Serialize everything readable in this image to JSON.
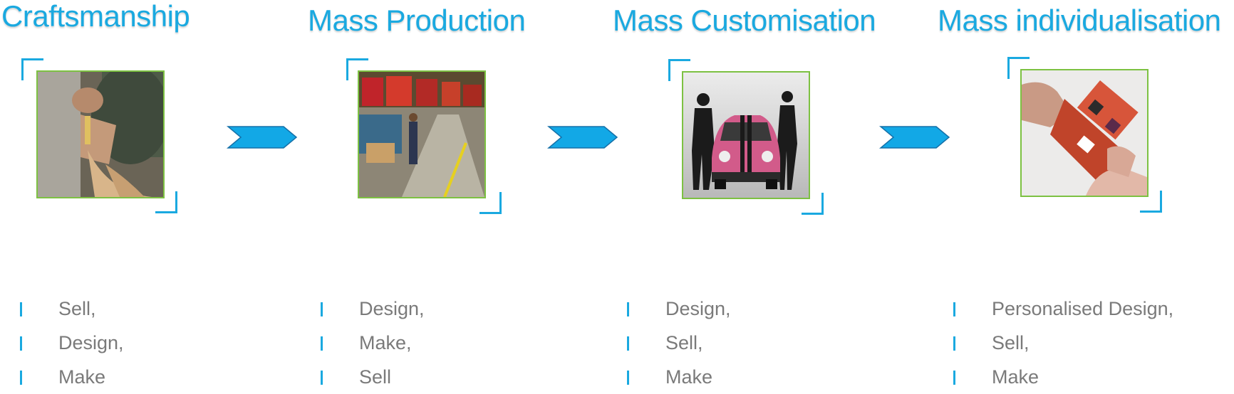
{
  "colors": {
    "accent": "#1aa9e0",
    "frame": "#7dc142",
    "body_text": "#7a7a7a"
  },
  "stages": [
    {
      "title": "Craftsmanship",
      "image": "craftsman-photo",
      "items": [
        "Sell,",
        "Design,",
        "Make"
      ]
    },
    {
      "title": "Mass Production",
      "image": "assembly-line-photo",
      "items": [
        "Design,",
        "Make,",
        "Sell"
      ]
    },
    {
      "title": "Mass Customisation",
      "image": "custom-car-photo",
      "items": [
        "Design,",
        "Sell,",
        "Make"
      ]
    },
    {
      "title": "Mass individualisation",
      "image": "personalised-card-photo",
      "items": [
        "Personalised Design,",
        "Sell,",
        "Make"
      ]
    }
  ]
}
